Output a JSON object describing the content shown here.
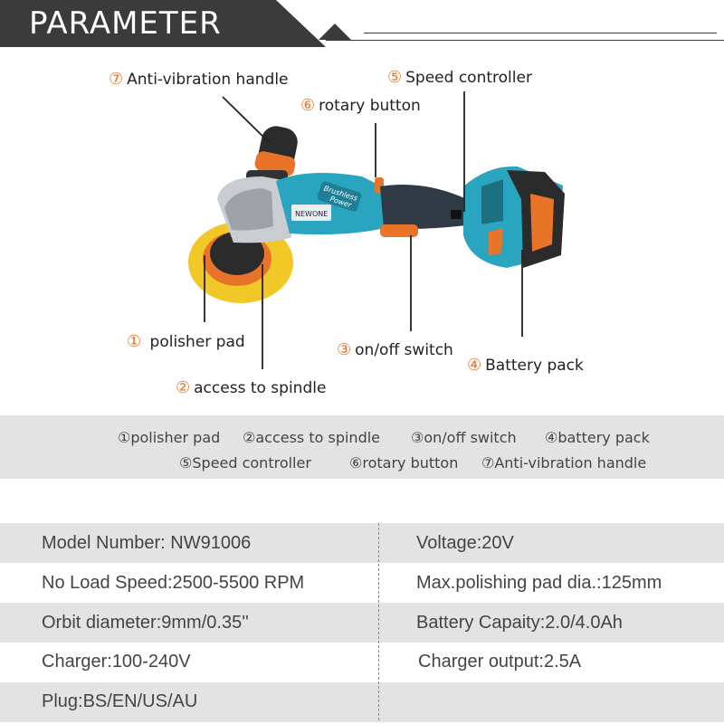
{
  "header": {
    "title": "PARAMETER"
  },
  "callouts": {
    "c1": {
      "num": "①",
      "label": "polisher pad"
    },
    "c2": {
      "num": "②",
      "label": "access to spindle"
    },
    "c3": {
      "num": "③",
      "label": "on/off switch"
    },
    "c4": {
      "num": "④",
      "label": "Battery pack"
    },
    "c5": {
      "num": "⑤",
      "label": "Speed controller"
    },
    "c6": {
      "num": "⑥",
      "label": "rotary button"
    },
    "c7": {
      "num": "⑦",
      "label": "Anti-vibration handle"
    }
  },
  "product": {
    "brand_badge_1": "Brushless",
    "brand_badge_2": "Power",
    "logo": "NEWONE"
  },
  "legend": {
    "row1": [
      "①polisher pad",
      "②access to spindle",
      "③on/off switch",
      "④battery pack"
    ],
    "row2": [
      "⑤Speed controller",
      "⑥rotary button",
      "⑦Anti-vibration handle"
    ]
  },
  "specs": {
    "r1": {
      "left": "Model Number:  NW91006",
      "right": "Voltage:20V"
    },
    "r2": {
      "left": "No Load Speed:2500-5500 RPM",
      "right": "Max.polishing pad dia.:125mm"
    },
    "r3": {
      "left": "Orbit diameter:9mm/0.35''",
      "right": "Battery Capaity:2.0/4.0Ah"
    },
    "r4": {
      "left": "Charger:100-240V",
      "right": "Charger output:2.5A"
    },
    "r5": {
      "left": "Plug:BS/EN/US/AU",
      "right": ""
    }
  },
  "colors": {
    "accent": "#e8742a",
    "tool_body": "#2aa5c0",
    "header_bg": "#3b3b3b",
    "band_gray": "#e3e3e3"
  },
  "icons": [
    "polisher-tool-illustration"
  ]
}
